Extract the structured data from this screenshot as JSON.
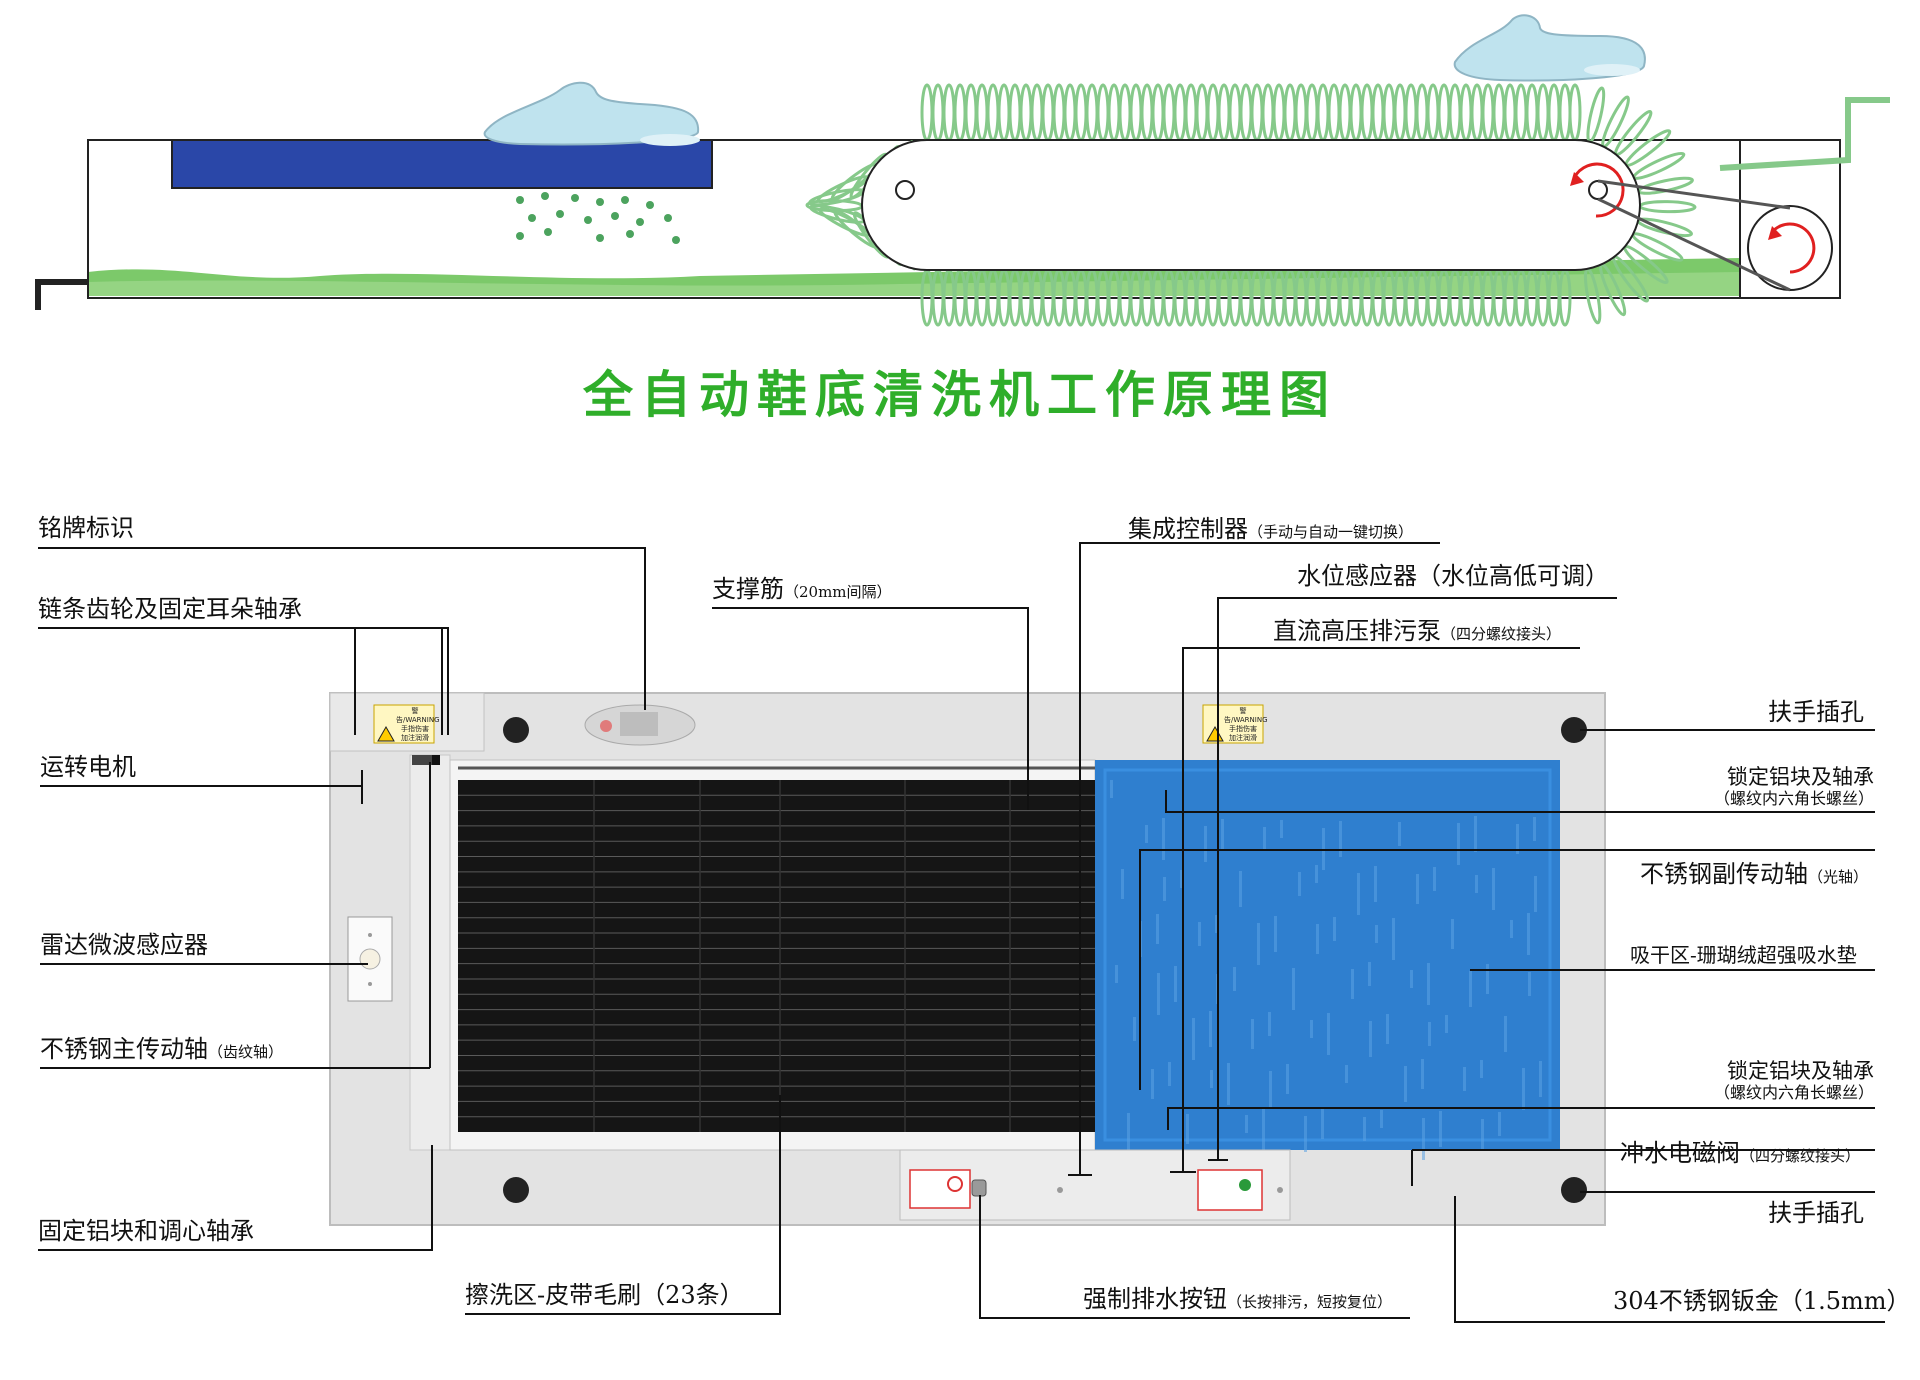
{
  "title": "全自动鞋底清洗机工作原理图",
  "labels": {
    "nameplate": "铭牌标识",
    "chain_sprocket": "链条齿轮及固定耳朵轴承",
    "motor": "运转电机",
    "radar": "雷达微波感应器",
    "main_shaft": "不锈钢主传动轴",
    "main_shaft_note": "（齿纹轴）",
    "fixed_block": "固定铝块和调心轴承",
    "brush_zone": "擦洗区-皮带毛刷（23条）",
    "support_rib": "支撑筋",
    "support_rib_note": "（20mm间隔）",
    "controller": "集成控制器",
    "controller_note": "（手动与自动一键切换）",
    "water_sensor": "水位感应器（水位高低可调）",
    "dc_pump": "直流高压排污泵",
    "dc_pump_note": "（四分螺纹接头）",
    "handle_top": "扶手插孔",
    "lock_block_top": "锁定铝块及轴承",
    "lock_block_top_sub": "（螺纹内六角长螺丝）",
    "sub_shaft": "不锈钢副传动轴",
    "sub_shaft_note": "（光轴）",
    "dry_zone": "吸干区-珊瑚绒超强吸水垫",
    "lock_block_bottom": "锁定铝块及轴承",
    "lock_block_bottom_sub": "（螺纹内六角长螺丝）",
    "solenoid": "冲水电磁阀",
    "solenoid_note": "（四分螺纹接头）",
    "handle_bottom": "扶手插孔",
    "drain_button": "强制排水按钮",
    "drain_button_note": "（长按排污，短按复位）",
    "sheet_metal": "304不锈钢钣金（1.5mm）"
  },
  "warning_sticker": {
    "header": "警告/WARNING",
    "line1": "手指伤害",
    "line2": "加注润滑"
  },
  "colors": {
    "title_green": "#2fae2a",
    "brush_green": "#86c98a",
    "water_green": "#7cc96a",
    "mat_blue": "#2f7fcf",
    "pad_blue": "#2a47a8",
    "arrow_red": "#e02020",
    "panel_gray": "#e3e3e3",
    "brush_black": "#151515"
  }
}
